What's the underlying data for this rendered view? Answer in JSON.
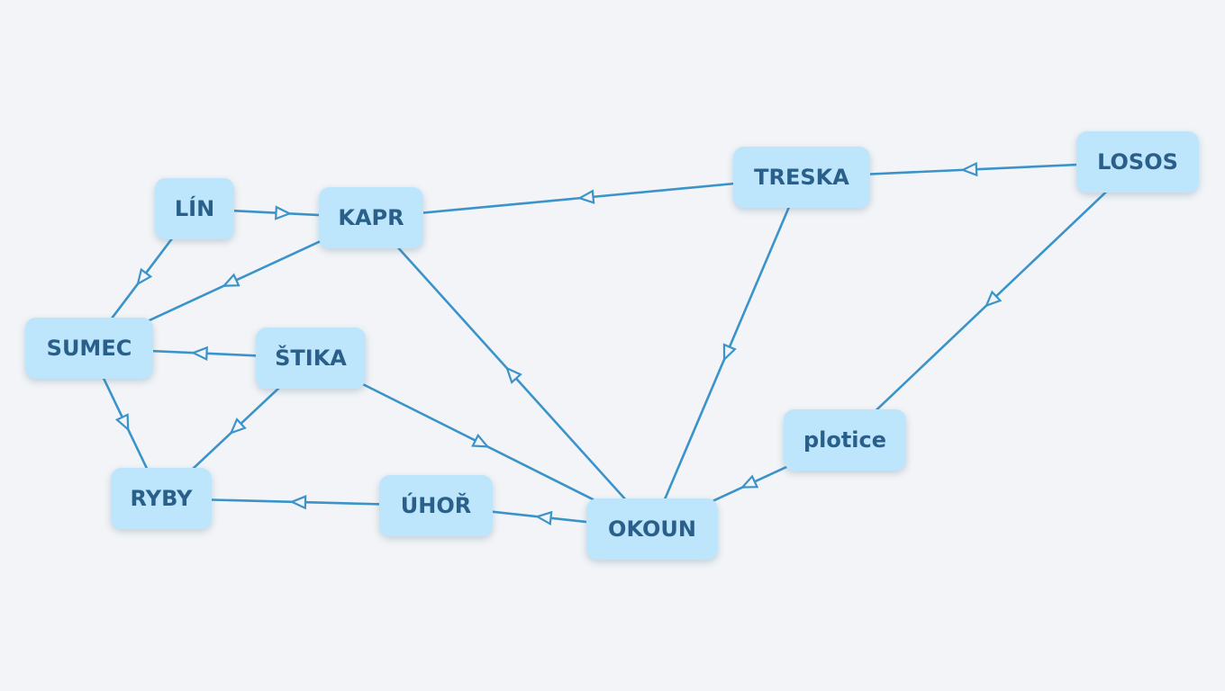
{
  "diagram": {
    "nodes": [
      {
        "id": "lin",
        "label": "LÍN"
      },
      {
        "id": "kapr",
        "label": "KAPR"
      },
      {
        "id": "treska",
        "label": "TRESKA"
      },
      {
        "id": "losos",
        "label": "LOSOS"
      },
      {
        "id": "sumec",
        "label": "SUMEC"
      },
      {
        "id": "stika",
        "label": "ŠTIKA"
      },
      {
        "id": "plotice",
        "label": "plotice"
      },
      {
        "id": "ryby",
        "label": "RYBY"
      },
      {
        "id": "uhor",
        "label": "ÚHOŘ"
      },
      {
        "id": "okoun",
        "label": "OKOUN"
      }
    ],
    "edges": [
      {
        "from": "lin",
        "to": "kapr"
      },
      {
        "from": "lin",
        "to": "sumec"
      },
      {
        "from": "kapr",
        "to": "sumec"
      },
      {
        "from": "treska",
        "to": "kapr"
      },
      {
        "from": "losos",
        "to": "treska"
      },
      {
        "from": "losos",
        "to": "plotice"
      },
      {
        "from": "stika",
        "to": "sumec"
      },
      {
        "from": "stika",
        "to": "ryby"
      },
      {
        "from": "sumec",
        "to": "ryby"
      },
      {
        "from": "stika",
        "to": "okoun"
      },
      {
        "from": "okoun",
        "to": "kapr"
      },
      {
        "from": "treska",
        "to": "okoun"
      },
      {
        "from": "plotice",
        "to": "okoun"
      },
      {
        "from": "okoun",
        "to": "uhor"
      },
      {
        "from": "uhor",
        "to": "ryby"
      }
    ]
  }
}
